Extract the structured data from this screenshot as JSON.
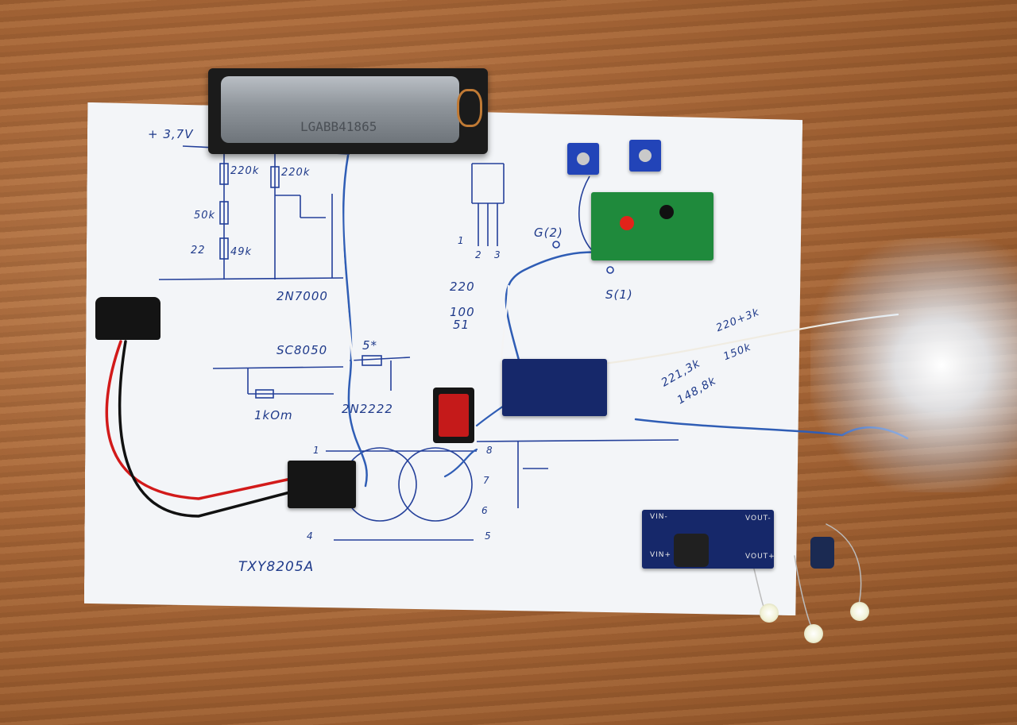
{
  "scene": {
    "battery_label": "LGABB41865"
  },
  "schematic": {
    "v_label": "+ 3,7V",
    "r1": "220k",
    "r2": "220k",
    "pot": "50k",
    "r3": "49k",
    "r4": "22",
    "mosfet": "2N7000",
    "transistor1": "SC8050",
    "r5": "5*",
    "transistor2": "2N2222",
    "r6": "1kOm",
    "ic": "TXY8205A",
    "values_a": "220",
    "values_b": "100",
    "values_c": "51",
    "pin_g": "G(2)",
    "pin_s": "S(1)",
    "pins": [
      "1",
      "2",
      "3"
    ],
    "ic_pins": [
      "1",
      "8",
      "7",
      "6",
      "5",
      "4"
    ],
    "note1": "220+3k",
    "note2": "150k",
    "note3": "221,3k",
    "note4": "148,8k"
  },
  "board_text": {
    "vin_minus": "VIN-",
    "vin_plus": "VIN+",
    "vout_minus": "VOUT-",
    "vout_plus": "VOUT+"
  },
  "colors": {
    "ink": "#1f3a8a",
    "paper": "#f3f5f8",
    "table": "#a86a3c",
    "pcb_blue": "#16286a",
    "pcb_green": "#1f8a3c",
    "switch_red": "#c51a1a"
  }
}
